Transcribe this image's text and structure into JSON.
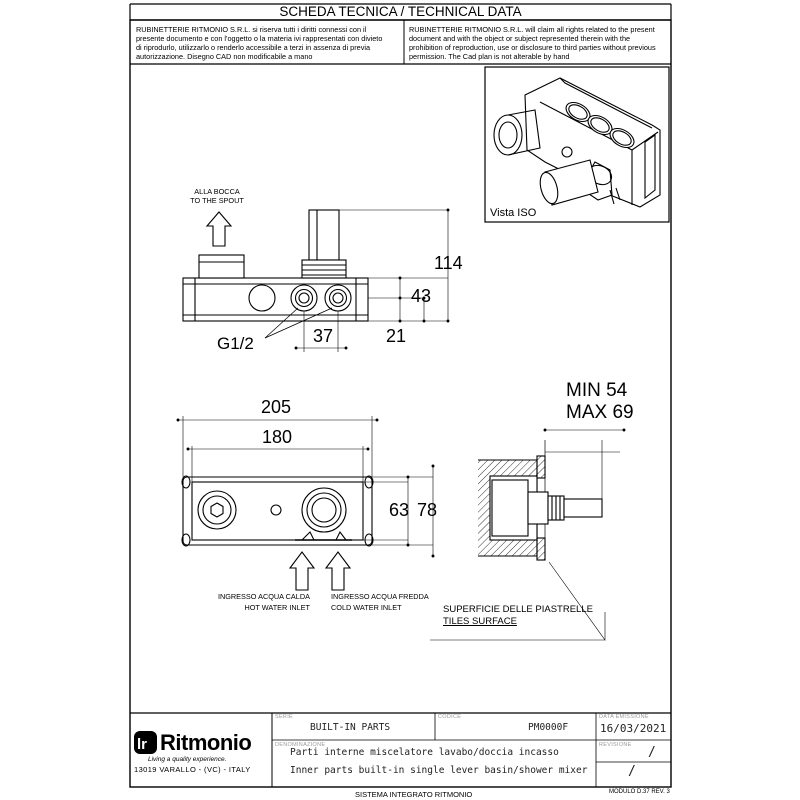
{
  "header": {
    "title": "SCHEDA TECNICA / TECHNICAL DATA",
    "notice_it": [
      "RUBINETTERIE RITMONIO S.R.L. si riserva tutti i diritti connessi con il",
      "presente documento e con l'oggetto o la materia ivi rappresentati con divieto",
      "di riprodurlo, utilizzarlo o renderlo accessibile a terzi in assenza di previa",
      "autorizzazione. Disegno CAD non modificabile a mano"
    ],
    "notice_en": [
      "RUBINETTERIE RITMONIO S.R.L. will claim all rights related to the present",
      "document and with the object or subject represented therein with the",
      "prohibition  of reproduction, use or disclosure to third parties without previous",
      "permission.  The Cad plan is not alterable by hand"
    ]
  },
  "drawing": {
    "iso_label": "Vista ISO",
    "spout_label": [
      "ALLA BOCCA",
      "TO THE SPOUT"
    ],
    "thread_label": "G1/2",
    "dimensions": {
      "height_total": "114",
      "height_mid": "43",
      "height_low": "21",
      "pitch": "37",
      "width_outer": "205",
      "width_inner": "180",
      "height_inner": "63",
      "height_outer": "78",
      "depth_min": "MIN 54",
      "depth_max": "MAX 69"
    },
    "hot_inlet": [
      "INGRESSO ACQUA CALDA",
      "HOT WATER INLET"
    ],
    "cold_inlet": [
      "INGRESSO ACQUA FREDDA",
      "COLD WATER INLET"
    ],
    "tiles": [
      "SUPERFICIE DELLE PIASTRELLE",
      "TILES SURFACE"
    ]
  },
  "title_block": {
    "brand": "Ritmonio",
    "tagline": "Living a quality experience.",
    "address": "13019 VARALLO - (VC) - ITALY",
    "serie_label": "SERIE",
    "serie_value": "BUILT-IN PARTS",
    "codice_label": "CODICE",
    "codice_value": "PM0000F",
    "data_label": "DATA EMISSIONE",
    "data_value": "16/03/2021",
    "denominazione_label": "DENOMINAZIONE",
    "desc_it": "Parti interne miscelatore lavabo/doccia incasso",
    "desc_en": "Inner parts built-in single lever basin/shower mixer",
    "revisione_label": "REVISIONE",
    "rev_value": "/",
    "rev_value2": "/"
  },
  "footer": {
    "system": "SISTEMA INTEGRATO RITMONIO",
    "module": "MODULO D.37 REV. 3"
  }
}
